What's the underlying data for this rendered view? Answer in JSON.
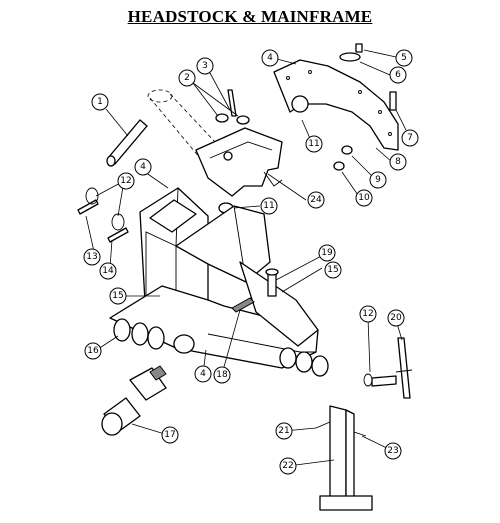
{
  "title": "HEADSTOCK & MAINFRAME",
  "callouts": {
    "c1": "1",
    "c2": "2",
    "c3": "3",
    "c4a": "4",
    "c4b": "4",
    "c4c": "4",
    "c5": "5",
    "c6": "6",
    "c7": "7",
    "c8": "8",
    "c9": "9",
    "c10": "10",
    "c11a": "11",
    "c11b": "11",
    "c12a": "12",
    "c12b": "12",
    "c13": "13",
    "c14": "14",
    "c15a": "15",
    "c15b": "15",
    "c16": "16",
    "c17": "17",
    "c18": "18",
    "c19": "19",
    "c20": "20",
    "c21": "21",
    "c22": "22",
    "c23": "23",
    "c24": "24"
  }
}
